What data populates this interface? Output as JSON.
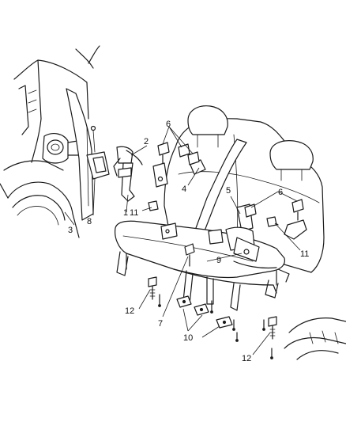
{
  "callouts": [
    {
      "id": "1",
      "label": "1"
    },
    {
      "id": "2",
      "label": "2"
    },
    {
      "id": "3",
      "label": "3"
    },
    {
      "id": "4",
      "label": "4"
    },
    {
      "id": "5",
      "label": "5"
    },
    {
      "id": "6a",
      "label": "6"
    },
    {
      "id": "6b",
      "label": "6"
    },
    {
      "id": "7",
      "label": "7"
    },
    {
      "id": "8",
      "label": "8"
    },
    {
      "id": "9",
      "label": "9"
    },
    {
      "id": "10",
      "label": "10"
    },
    {
      "id": "11a",
      "label": "11"
    },
    {
      "id": "11b",
      "label": "11"
    },
    {
      "id": "12a",
      "label": "12"
    },
    {
      "id": "12b",
      "label": "12"
    }
  ]
}
